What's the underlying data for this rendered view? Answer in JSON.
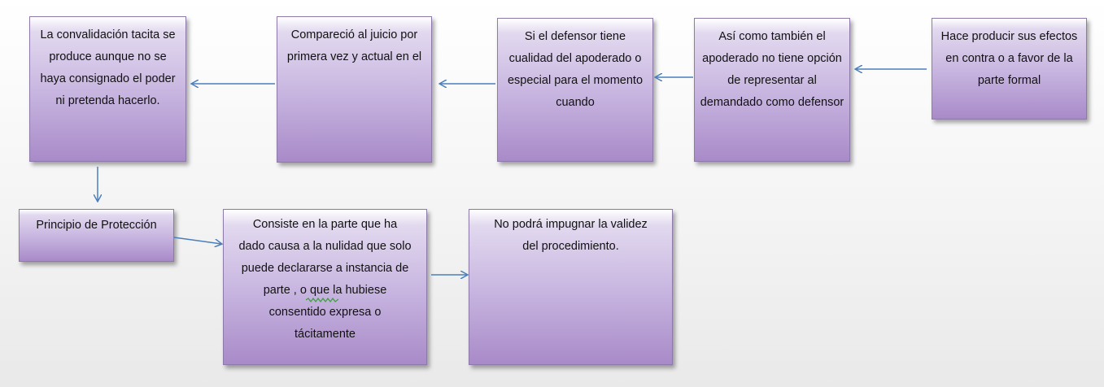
{
  "colors": {
    "box_fill": "#c6b3df",
    "box_border": "#8e7aa8",
    "arrow": "#4a7ebb",
    "text": "#111111"
  },
  "boxes": {
    "convalidacion": "La convalidación tacita se produce aunque no se haya consignado el poder ni pretenda hacerlo.",
    "comparecio": "Compareció al juicio por  primera vez y actual en el",
    "defensor": "Si el defensor tiene cualidad del apoderado o especial para el momento cuando",
    "apoderado": "Así como también el apoderado no tiene opción de representar al demandado   como defensor",
    "efectos": "Hace producir sus efectos en contra o a favor de la parte formal",
    "principio": "Principio de Protección",
    "consiste": "Consiste en la parte que ha dado causa a la nulidad que solo puede declararse a instancia de parte , o que la hubiese consentido expresa o tácitamente",
    "impugnar": "No podrá impugnar la validez del procedimiento."
  }
}
